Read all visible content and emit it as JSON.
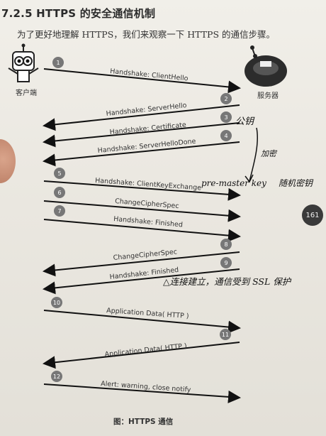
{
  "section": {
    "number": "7.2.5",
    "title": "HTTPS 的安全通信机制"
  },
  "intro": "为了更好地理解 HTTPS，我们来观察一下 HTTPS 的通信步骤。",
  "actors": {
    "client": "客户端",
    "server": "服务器"
  },
  "page_number": "161",
  "caption": "图：HTTPS 通信",
  "steps": [
    {
      "num": "1",
      "label": "Handshake: ClientHello"
    },
    {
      "num": "2",
      "label": "Handshake: ServerHello"
    },
    {
      "num": "3",
      "label": "Handshake: Certificate"
    },
    {
      "num": "4",
      "label": "Handshake: ServerHelloDone"
    },
    {
      "num": "5",
      "label": "Handshake: ClientKeyExchange"
    },
    {
      "num": "6",
      "label": "ChangeCipherSpec"
    },
    {
      "num": "7",
      "label": "Handshake: Finished"
    },
    {
      "num": "8",
      "label": "ChangeCipherSpec"
    },
    {
      "num": "9",
      "label": "Handshake: Finished"
    },
    {
      "num": "10",
      "label": "Application Data( HTTP )"
    },
    {
      "num": "11",
      "label": "Application Data( HTTP )"
    },
    {
      "num": "12",
      "label": "Alert: warning, close notify"
    }
  ],
  "handwriting": {
    "public_key": "公钥",
    "encrypt": "加密",
    "pre_master": "pre-master key",
    "random": "随机密钥",
    "established": "△连接建立，通信受到 SSL 保护"
  }
}
